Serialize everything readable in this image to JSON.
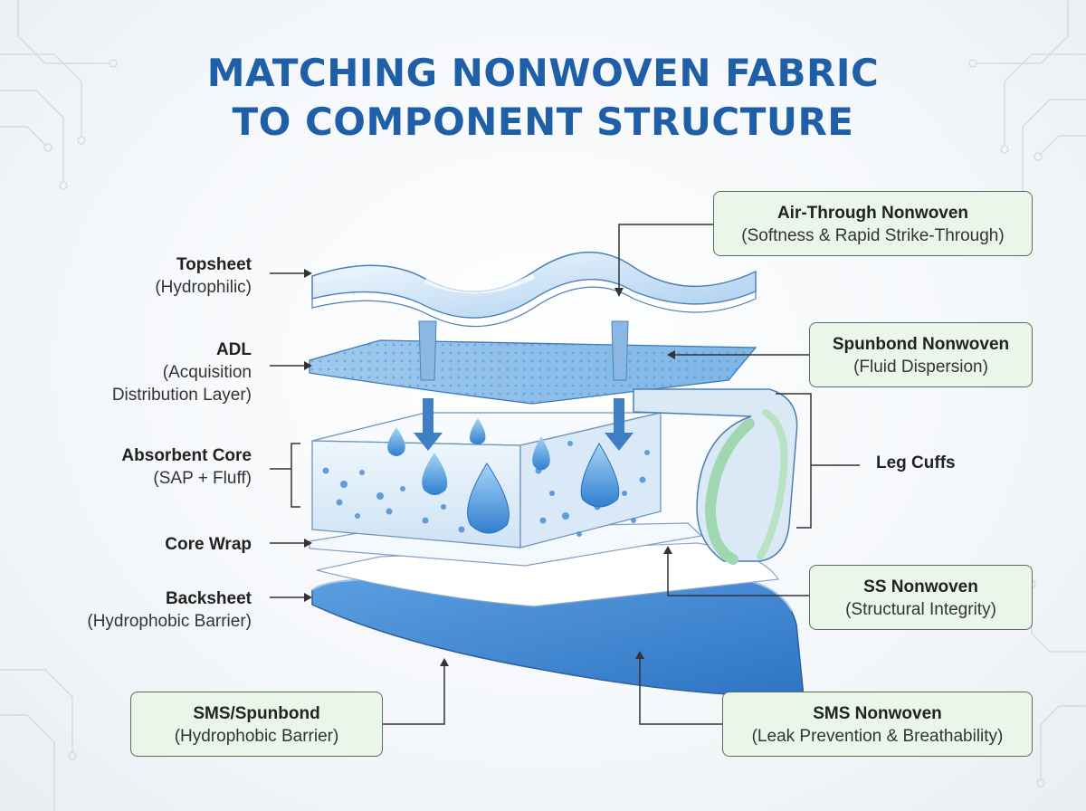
{
  "title": {
    "line1": "MATCHING NONWOVEN FABRIC",
    "line2": "TO COMPONENT STRUCTURE"
  },
  "left_labels": {
    "topsheet": {
      "name": "Topsheet",
      "sub": "(Hydrophilic)"
    },
    "adl": {
      "name": "ADL",
      "sub1": "(Acquisition",
      "sub2": "Distribution Layer)"
    },
    "core": {
      "name": "Absorbent Core",
      "sub": "(SAP + Fluff)"
    },
    "core_wrap": {
      "name": "Core Wrap"
    },
    "backsheet": {
      "name": "Backsheet",
      "sub": "(Hydrophobic Barrier)"
    }
  },
  "right_labels": {
    "air_through": {
      "name": "Air-Through Nonwoven",
      "sub": "(Softness & Rapid Strike-Through)"
    },
    "spunbond": {
      "name": "Spunbond Nonwoven",
      "sub": "(Fluid Dispersion)"
    },
    "leg_cuffs": {
      "name": "Leg Cuffs"
    },
    "ss": {
      "name": "SS Nonwoven",
      "sub": "(Structural Integrity)"
    },
    "sms": {
      "name": "SMS Nonwoven",
      "sub": "(Leak Prevention & Breathability)"
    }
  },
  "bottom_left_box": {
    "name": "SMS/Spunbond",
    "sub": "(Hydrophobic Barrier)"
  },
  "colors": {
    "title": "#1f5fa8",
    "box_fill": "#eaf6ea",
    "box_border": "#5a6e5a",
    "layer_blue": "#4a8fd6",
    "cuff_green": "#9fd8b0"
  }
}
